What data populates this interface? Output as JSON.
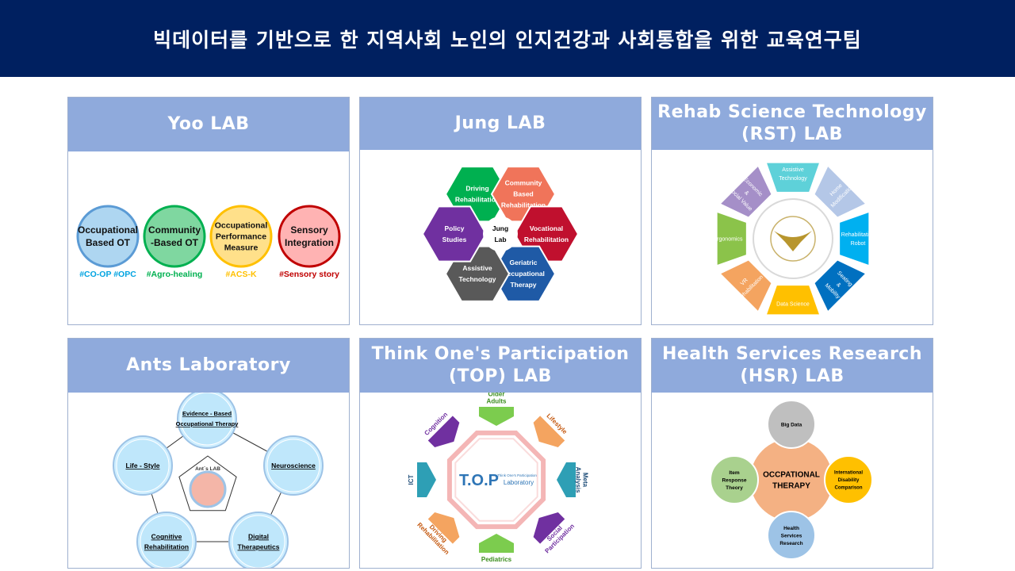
{
  "banner": {
    "title": "빅데이터를 기반으로 한 지역사회 노인의 인지건강과 사회통합을 위한 교육연구팀"
  },
  "labs": [
    {
      "name": "Yoo LAB",
      "circles": [
        {
          "lines": [
            "Occupational",
            "Based OT"
          ],
          "color": "#5b9bd5",
          "fill": "#aed6f1"
        },
        {
          "lines": [
            "Community",
            "-Based OT"
          ],
          "color": "#00b050",
          "fill": "#7fd7a0"
        },
        {
          "lines": [
            "Occupational",
            "Performance",
            "Measure"
          ],
          "color": "#ffc000",
          "fill": "#ffe08a"
        },
        {
          "lines": [
            "Sensory",
            "Integration"
          ],
          "color": "#c00000",
          "fill": "#ffb3b3"
        }
      ],
      "tags": [
        "#CO-OP #OPC",
        "#Agro-healing",
        "#ACS-K",
        "#Sensory story"
      ],
      "tag_colors": [
        "#00a3e0",
        "#00b050",
        "#ffc000",
        "#c00000"
      ]
    },
    {
      "name": "Jung LAB",
      "center": [
        "Jung",
        "Lab"
      ],
      "pieces": [
        {
          "lines": [
            "Driving",
            "Rehabilitation"
          ],
          "color": "#00b050"
        },
        {
          "lines": [
            "Community",
            "Based",
            "Rehabilitation"
          ],
          "color": "#f0745a"
        },
        {
          "lines": [
            "Vocational",
            "Rehabilitation"
          ],
          "color": "#c0102e"
        },
        {
          "lines": [
            "Geriatric",
            "Occupational",
            "Therapy"
          ],
          "color": "#1f5aa6"
        },
        {
          "lines": [
            "Assistive",
            "Technology"
          ],
          "color": "#595959"
        },
        {
          "lines": [
            "Policy",
            "Studies"
          ],
          "color": "#7030a0"
        }
      ]
    },
    {
      "name": "Rehab Science Technology\n(RST) LAB",
      "segments": [
        {
          "lines": [
            "Assistive",
            "Technology"
          ],
          "color": "#5ed1d9"
        },
        {
          "lines": [
            "Home",
            "Modification"
          ],
          "color": "#b4c7e7"
        },
        {
          "lines": [
            "Rehabilitation",
            "Robot"
          ],
          "color": "#00b0f0"
        },
        {
          "lines": [
            "Seating",
            "&",
            "Mobility"
          ],
          "color": "#0070c0"
        },
        {
          "lines": [
            "Data Science"
          ],
          "color": "#ffc000"
        },
        {
          "lines": [
            "VR",
            "Rehabilitation"
          ],
          "color": "#f4a460"
        },
        {
          "lines": [
            "Ergonomics"
          ],
          "color": "#8bc34a"
        },
        {
          "lines": [
            "Economic",
            "&",
            "Social Value"
          ],
          "color": "#a58fc8"
        }
      ]
    },
    {
      "name": "Ants Laboratory",
      "center": "Ant`s LAB",
      "nodes": [
        {
          "lines": [
            "Evidence - Based",
            "Occupational Therapy"
          ]
        },
        {
          "lines": [
            "Neuroscience"
          ]
        },
        {
          "lines": [
            "Digital",
            "Therapeutics"
          ]
        },
        {
          "lines": [
            "Cognitive",
            "Rehabilitation"
          ]
        },
        {
          "lines": [
            "Life - Style"
          ]
        }
      ]
    },
    {
      "name": "Think One's Participation\n(TOP) LAB",
      "center": {
        "big": "T.O.P",
        "small_top": "Think One's Participation",
        "small_bottom": "Laboratory"
      },
      "items": [
        {
          "label": "Older Adults",
          "color": "#7ccc4e"
        },
        {
          "label": "Lifestyle",
          "color": "#f4a460"
        },
        {
          "label": "Meta Analysis",
          "color": "#2e9fb5"
        },
        {
          "label": "Social Participation",
          "color": "#7030a0"
        },
        {
          "label": "Pediatrics",
          "color": "#7ccc4e"
        },
        {
          "label": "Driving Rehabilitation",
          "color": "#f4a460"
        },
        {
          "label": "ICT",
          "color": "#2e9fb5"
        },
        {
          "label": "Cognition",
          "color": "#7030a0"
        }
      ]
    },
    {
      "name": "Health Services Research\n(HSR) LAB",
      "center": [
        "OCCPATIONAL",
        "THERAPY"
      ],
      "satellites": [
        {
          "lines": [
            "Big Data"
          ],
          "color": "#bfbfbf"
        },
        {
          "lines": [
            "International",
            "Disability",
            "Comparison"
          ],
          "color": "#ffc000"
        },
        {
          "lines": [
            "Health",
            "Services",
            "Research"
          ],
          "color": "#9dc3e6"
        },
        {
          "lines": [
            "Item",
            "Response",
            "Theory"
          ],
          "color": "#a9d18e"
        }
      ]
    }
  ]
}
